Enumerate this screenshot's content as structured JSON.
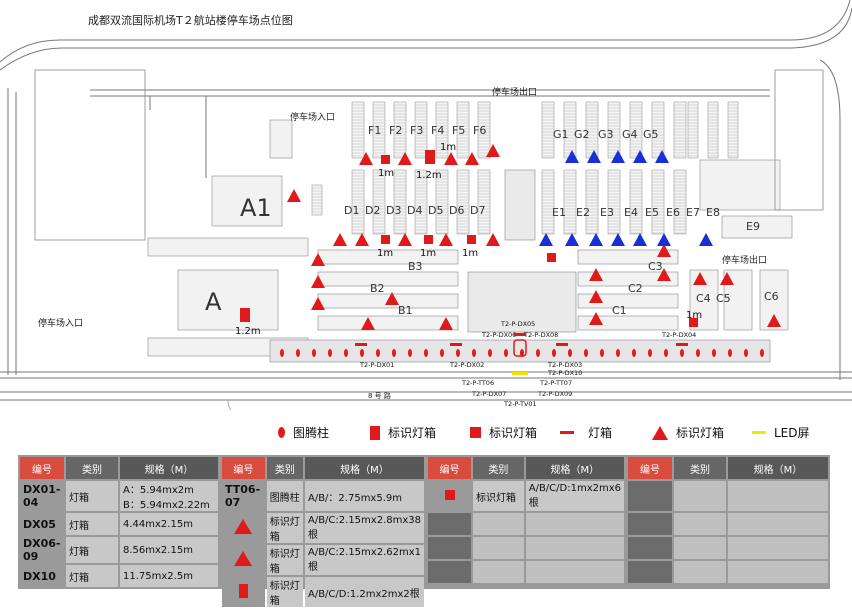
{
  "title": "成都双流国际机场T２航站楼停车场点位图",
  "zones": [
    "A1",
    "A",
    "B3",
    "B2",
    "B1",
    "F1",
    "F2",
    "F3",
    "F4",
    "F5",
    "F6",
    "D1",
    "D2",
    "D3",
    "D4",
    "D5",
    "D6",
    "D7",
    "G1",
    "G2",
    "G3",
    "G4",
    "G5",
    "E1",
    "E2",
    "E3",
    "E4",
    "E5",
    "E6",
    "E7",
    "E8",
    "E9",
    "C3",
    "C2",
    "C1",
    "C4",
    "C5",
    "C6"
  ],
  "entrance_labels": [
    "停车场入口",
    "停车场入口"
  ],
  "exit_labels": [
    "停车场出口",
    "停车场出口"
  ],
  "dimension_labels": [
    "1m",
    "1m",
    "1.2m",
    "1m",
    "1m",
    "1m",
    "1m",
    "1.2m"
  ],
  "point_codes": [
    "T2-P-DX05",
    "T2-P-DX06",
    "T2-P-DX08",
    "T2-P-DX01",
    "T2-P-DX02",
    "T2-P-DX03",
    "T2-P-DX10",
    "T2-P-TT06",
    "T2-P-TT07",
    "T2-P-DX07",
    "T2-P-DX09",
    "T2-P-TV01",
    "T2-P-DX04"
  ],
  "road_label": "8 号 路",
  "legend": [
    {
      "icon": "totem-ellipse-icon",
      "label": "图腾柱"
    },
    {
      "icon": "tall-rect-icon",
      "label": "标识灯箱"
    },
    {
      "icon": "square-icon",
      "label": "标识灯箱"
    },
    {
      "icon": "dash-icon",
      "label": "灯箱"
    },
    {
      "icon": "triangle-icon",
      "label": "标识灯箱"
    },
    {
      "icon": "led-bar-icon",
      "label": "LED屏"
    }
  ],
  "colors": {
    "red": "#e01a1a",
    "blue": "#1a2fd6",
    "led": "#f2e600",
    "table_header_red": "#d94b3c"
  },
  "table": {
    "headers": [
      "编号",
      "类别",
      "规格（M）"
    ],
    "group1": [
      {
        "code": "DX01-04",
        "type": "灯箱",
        "spec": "A：5.94mx2m",
        "spec2": "B：5.94mx2.22m"
      },
      {
        "code": "DX05",
        "type": "灯箱",
        "spec": "4.44mx2.15m"
      },
      {
        "code": "DX06-09",
        "type": "灯箱",
        "spec": "8.56mx2.15m"
      },
      {
        "code": "DX10",
        "type": "灯箱",
        "spec": "11.75mx2.5m"
      }
    ],
    "group2": [
      {
        "code": "TT06-07",
        "type": "图腾柱",
        "spec": "A/B/：2.75mx5.9m"
      },
      {
        "code": "",
        "icon": "triangle-icon",
        "type": "标识灯箱",
        "spec": "A/B/C:2.15mx2.8mx38根"
      },
      {
        "code": "",
        "icon": "triangle-icon",
        "type": "标识灯箱",
        "spec": "A/B/C:2.15mx2.62mx1根"
      },
      {
        "code": "",
        "icon": "tall-rect-icon",
        "type": "标识灯箱",
        "spec": "A/B/C/D:1.2mx2mx2根"
      }
    ],
    "group3": [
      {
        "code": "",
        "icon": "square-icon",
        "type": "标识灯箱",
        "spec": "A/B/C/D:1mx2mx6根"
      }
    ]
  }
}
